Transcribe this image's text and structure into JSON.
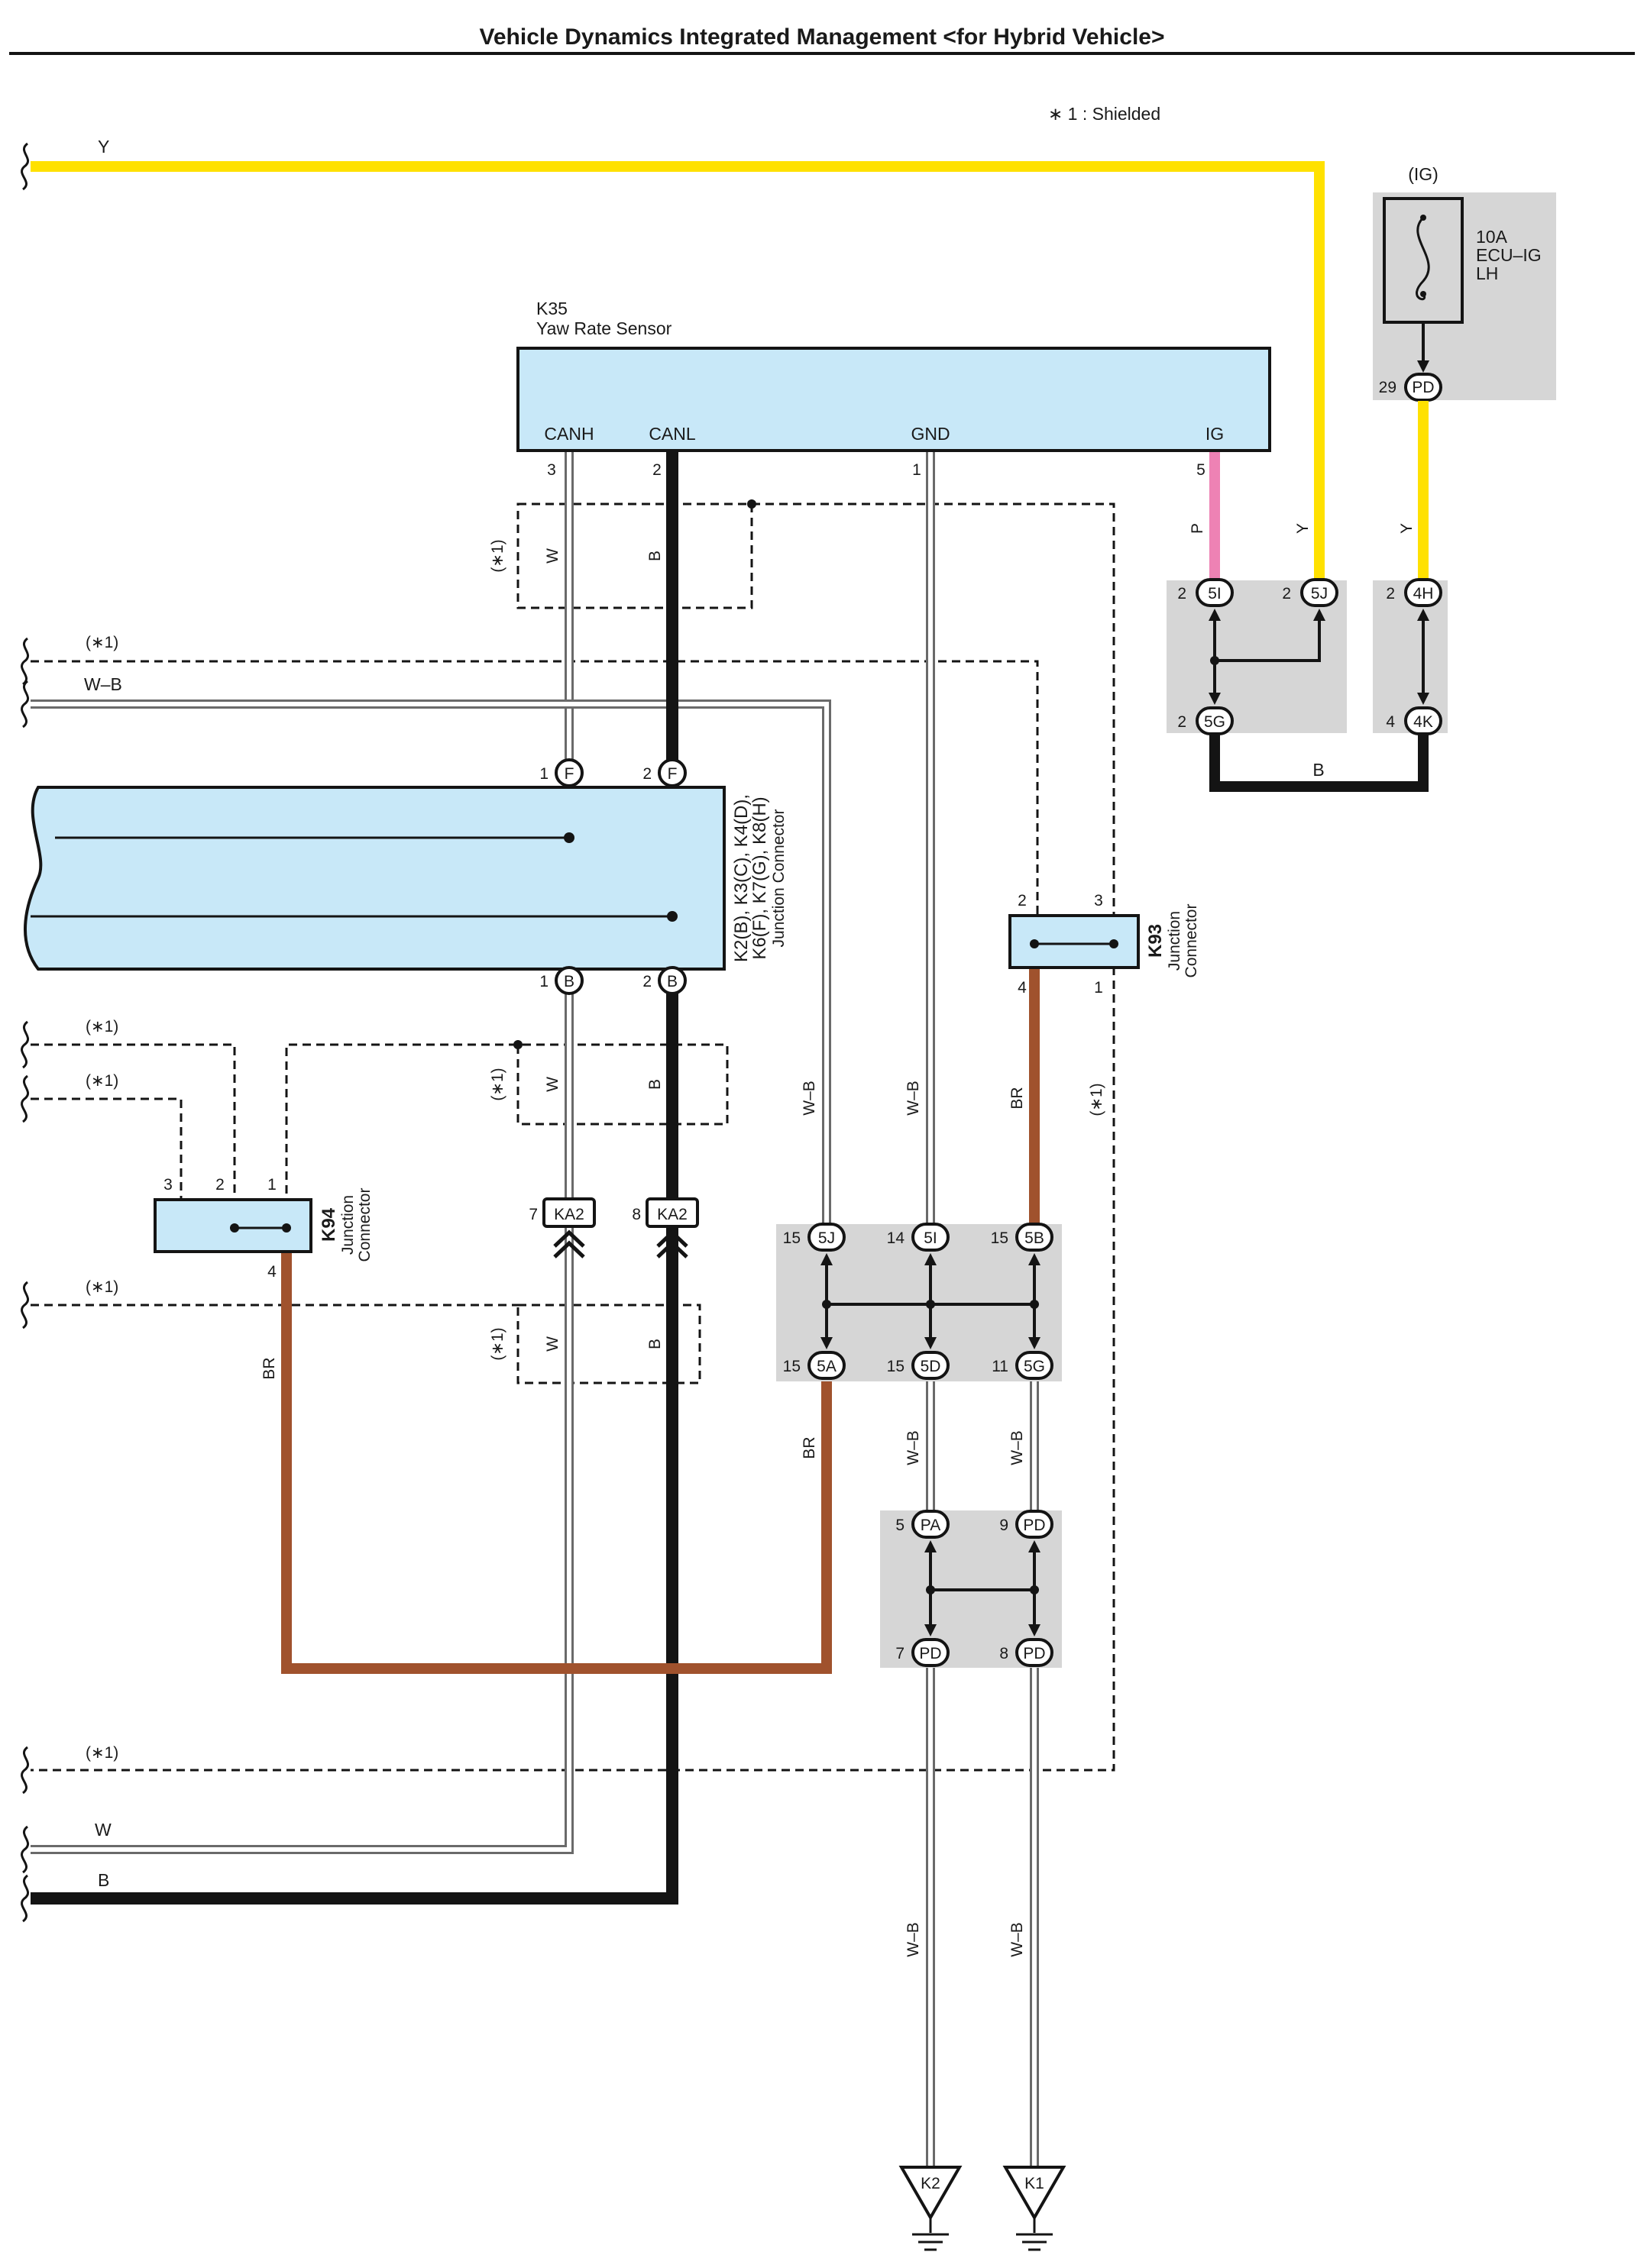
{
  "header": {
    "title": "Vehicle Dynamics Integrated Management <for Hybrid Vehicle>",
    "shielded_note": "∗ 1 : Shielded"
  },
  "colors": {
    "yellow": "#ffe100",
    "pink": "#ee82b4",
    "black": "#141414",
    "brown": "#a0522d",
    "component_fill": "#c8e8f8",
    "junction_fill": "#d6d6d6"
  },
  "wires": {
    "y": "Y",
    "p": "P",
    "b": "B",
    "w": "W",
    "wb": "W–B",
    "br": "BR",
    "shielded": "(∗1)"
  },
  "fuse": {
    "group": "(IG)",
    "rating": "10A",
    "name1": "ECU–IG",
    "name2": "LH",
    "pin": "29",
    "connector": "PD"
  },
  "yaw_sensor": {
    "code": "K35",
    "name": "Yaw Rate Sensor",
    "terminals": [
      "CANH",
      "CANL",
      "GND",
      "IG"
    ],
    "pins": [
      "3",
      "2",
      "1",
      "5"
    ]
  },
  "junction_block": {
    "codes": "K2(B), K3(C), K4(D),",
    "codes2": "K6(F), K7(G), K8(H)",
    "name": "Junction Connector",
    "top_pins": [
      "1",
      "2"
    ],
    "top_conn": "F",
    "bottom_pins": [
      "1",
      "2"
    ],
    "bottom_conn": "B"
  },
  "k93": {
    "code": "K93",
    "name1": "Junction",
    "name2": "Connector",
    "pins": [
      "2",
      "3",
      "4",
      "1"
    ]
  },
  "k94": {
    "code": "K94",
    "name1": "Junction",
    "name2": "Connector",
    "pins": [
      "3",
      "2",
      "1",
      "4"
    ]
  },
  "ka2": {
    "code": "KA2",
    "pins": [
      "7",
      "8"
    ]
  },
  "jb_top": {
    "pins": [
      "2",
      "2",
      "2",
      "2",
      "4"
    ],
    "conns": [
      "5I",
      "5J",
      "5G",
      "4H",
      "4K"
    ]
  },
  "jb_mid": {
    "pins": [
      "15",
      "14",
      "15",
      "15",
      "15",
      "11"
    ],
    "conns": [
      "5J",
      "5I",
      "5B",
      "5A",
      "5D",
      "5G"
    ]
  },
  "jb_low": {
    "pins": [
      "5",
      "9",
      "7",
      "8"
    ],
    "conns": [
      "PA",
      "PD",
      "PD",
      "PD"
    ]
  },
  "grounds": [
    "K2",
    "K1"
  ]
}
